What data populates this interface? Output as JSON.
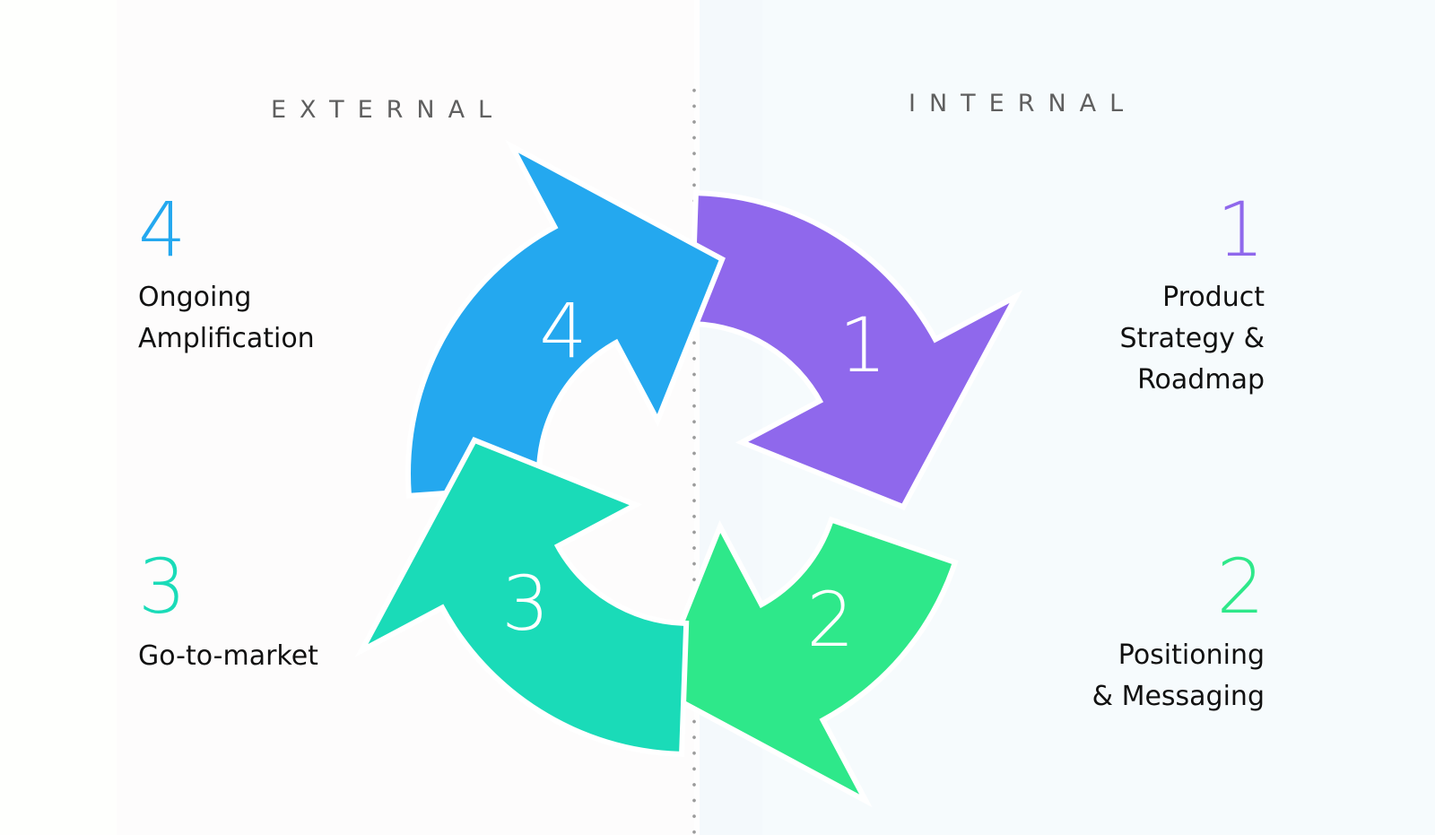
{
  "sections": {
    "external": "EXTERNAL",
    "internal": "INTERNAL"
  },
  "steps": [
    {
      "number": "1",
      "title_lines": [
        "Product",
        "Strategy &",
        "Roadmap"
      ],
      "side": "internal",
      "color": "#8f68ec"
    },
    {
      "number": "2",
      "title_lines": [
        "Positioning",
        "& Messaging"
      ],
      "side": "internal",
      "color": "#2ee88a"
    },
    {
      "number": "3",
      "title_lines": [
        "Go-to-market"
      ],
      "side": "external",
      "color": "#1adbb8"
    },
    {
      "number": "4",
      "title_lines": [
        "Ongoing",
        "Amplification"
      ],
      "side": "external",
      "color": "#24a8ef"
    }
  ],
  "colors": {
    "step_1": "#8f68ec",
    "step_2": "#2ee88a",
    "step_3": "#1adbb8",
    "step_4": "#24a8ef",
    "section_label": "#5f5f5f",
    "divider": "#9b9b9b"
  }
}
